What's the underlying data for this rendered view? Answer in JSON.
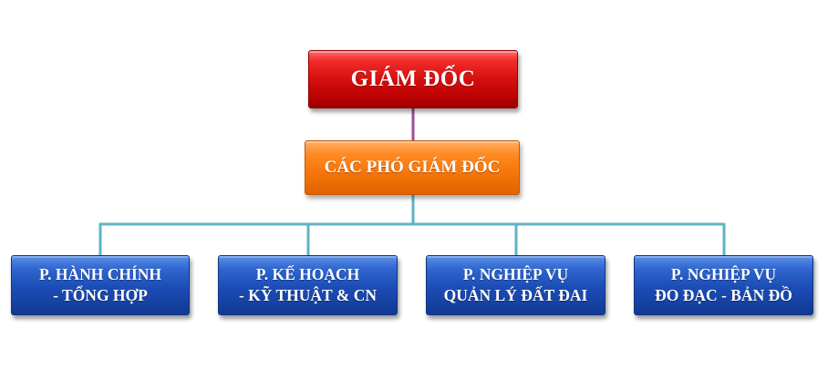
{
  "colors": {
    "director": "#d60f0f",
    "deputy": "#f7750a",
    "department": "#1b4cb5",
    "connector_main": "#9b4f9b",
    "connector_branch": "#5fb4c4"
  },
  "director": {
    "label": "GIÁM ĐỐC"
  },
  "deputy": {
    "label": "CÁC PHÓ GIÁM ĐỐC"
  },
  "departments": [
    {
      "line1": "P. HÀNH CHÍNH",
      "line2": "- TỔNG HỢP"
    },
    {
      "line1": "P. KẾ HOẠCH",
      "line2": "- KỸ THUẬT & CN"
    },
    {
      "line1": "P. NGHIỆP VỤ",
      "line2": "QUẢN LÝ ĐẤT ĐAI"
    },
    {
      "line1": "P. NGHIỆP VỤ",
      "line2": "ĐO ĐẠC - BẢN ĐỒ"
    }
  ]
}
